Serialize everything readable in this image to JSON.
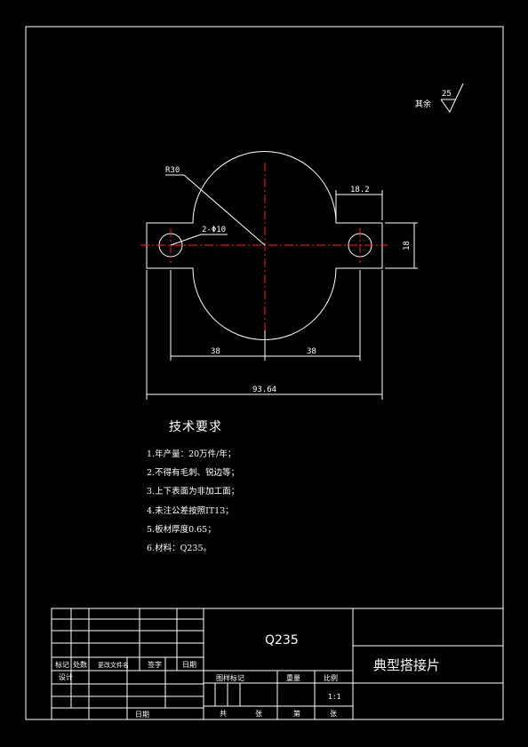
{
  "roughness": {
    "label": "其余",
    "value": "25"
  },
  "dimensions": {
    "radius": "R30",
    "holes": "2-Φ10",
    "width_right": "18.2",
    "height_right": "18",
    "half_left": "38",
    "half_right": "38",
    "overall": "93.64"
  },
  "requirements": {
    "title": "技术要求",
    "items": [
      "1.年产量：20万件/年；",
      "2.不得有毛刺、锐边等；",
      "3.上下表面为非加工面；",
      "4.未注公差按照IT13；",
      "5.板材厚度0.65；",
      "6.材料：Q235。"
    ]
  },
  "title_block": {
    "material": "Q235",
    "part_name": "典型搭接片",
    "rev_headers": [
      "标记",
      "处数",
      "更改文件名",
      "签字",
      "日期"
    ],
    "design": "设计",
    "date": "日期",
    "stage_mark": "图样标记",
    "weight": "重量",
    "scale_label": "比例",
    "scale_value": "1:1",
    "sheets_total": "共",
    "sheet_unit_1": "张",
    "sheet_no": "第",
    "sheet_unit_2": "张"
  }
}
